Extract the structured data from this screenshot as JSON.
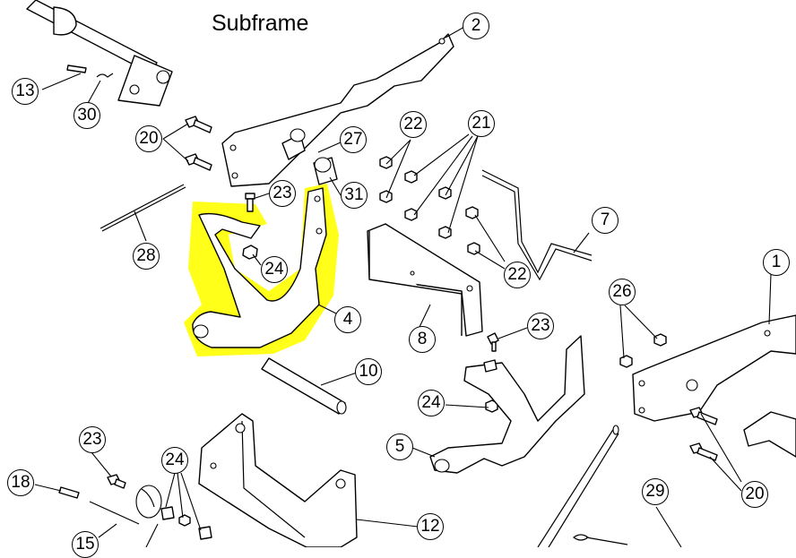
{
  "title": "Subframe",
  "highlight_color": "#ffff00",
  "callouts": {
    "c1": "1",
    "c2": "2",
    "c4": "4",
    "c5": "5",
    "c7": "7",
    "c8": "8",
    "c10": "10",
    "c12": "12",
    "c13": "13",
    "c15": "15",
    "c18": "18",
    "c20a": "20",
    "c20b": "20",
    "c21": "21",
    "c22a": "22",
    "c22b": "22",
    "c23a": "23",
    "c23b": "23",
    "c23c": "23",
    "c24a": "24",
    "c24b": "24",
    "c24c": "24",
    "c26": "26",
    "c27": "27",
    "c28": "28",
    "c29": "29",
    "c30": "30",
    "c31": "31"
  }
}
